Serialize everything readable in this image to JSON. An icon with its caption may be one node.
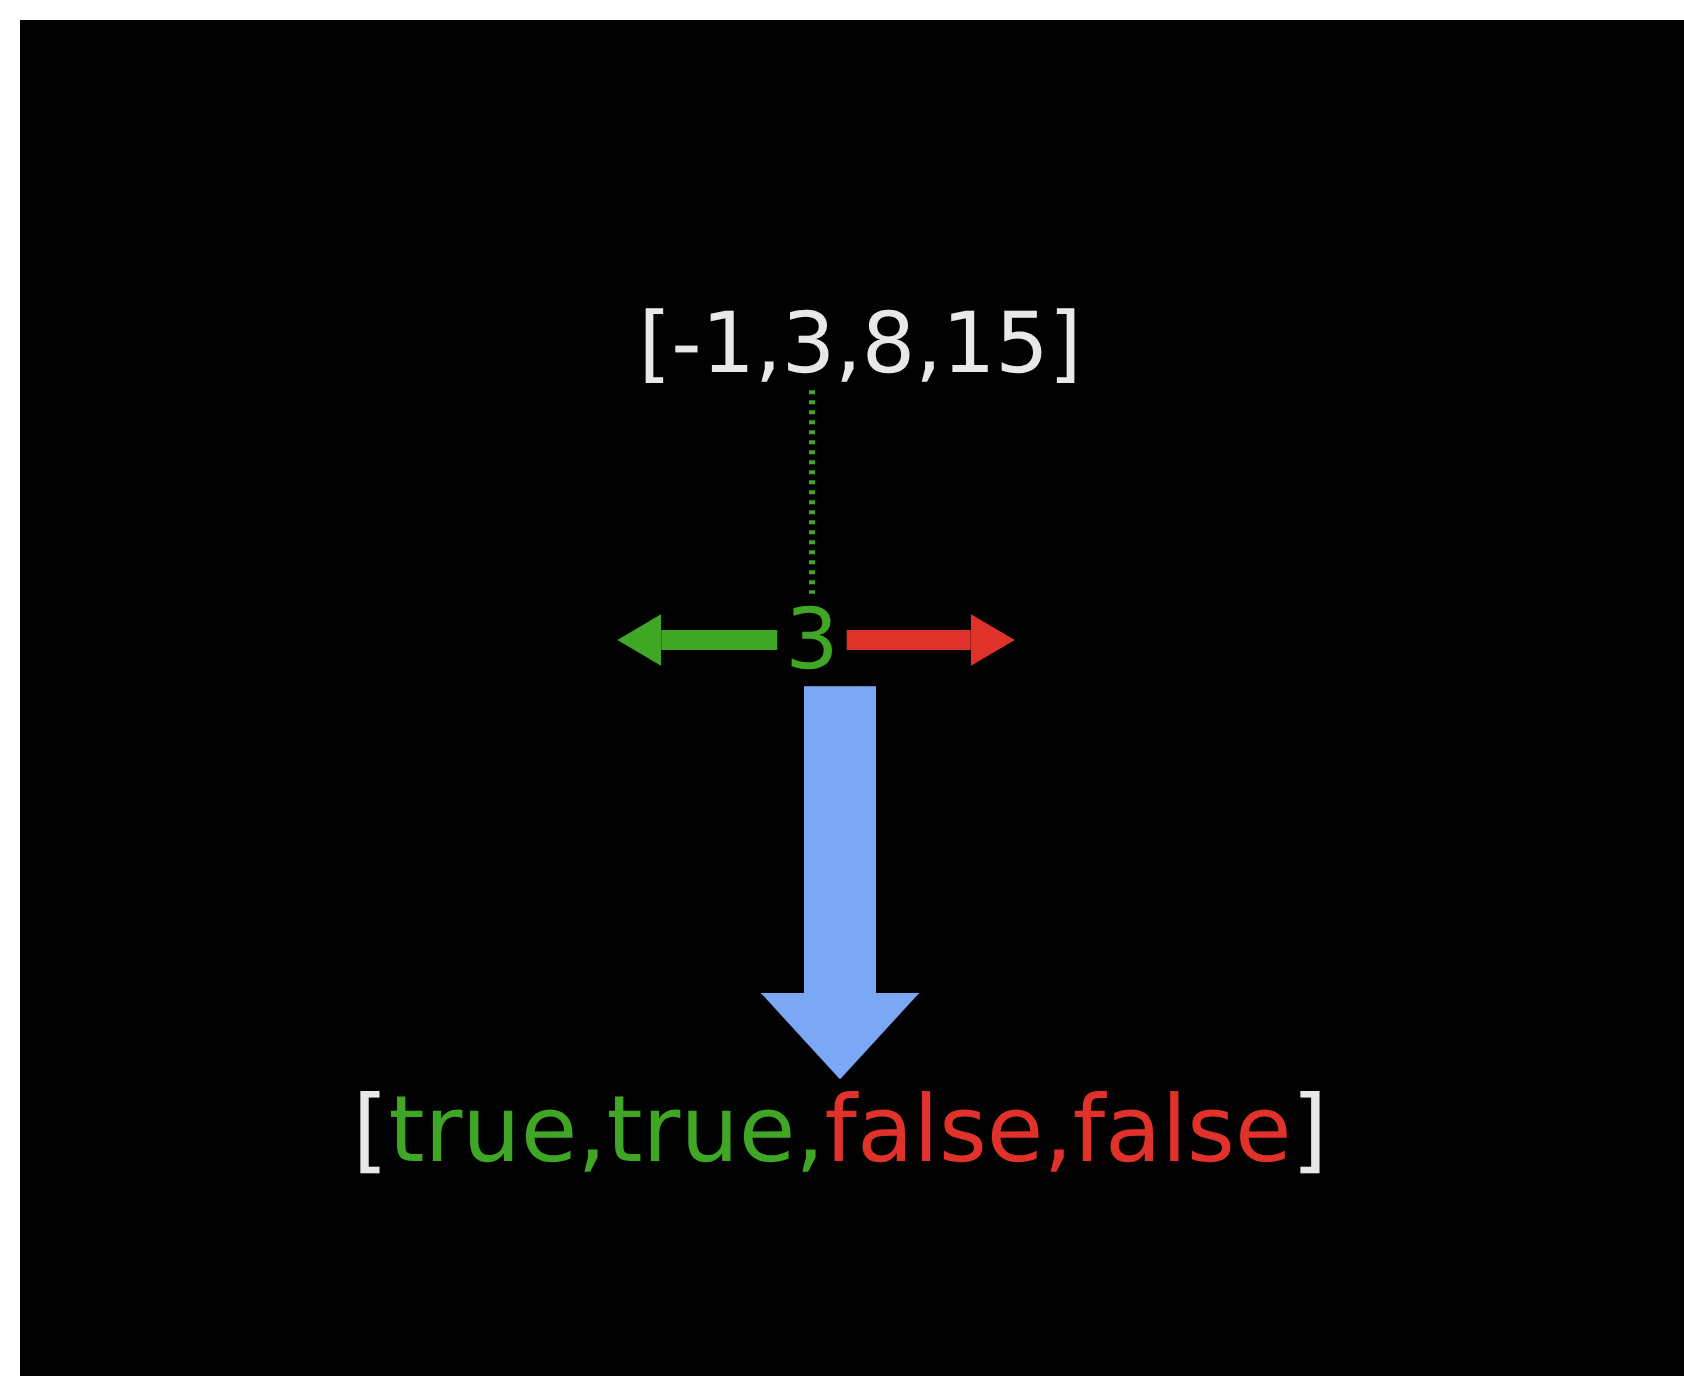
{
  "diagram": {
    "nodes": [
      {
        "text": [
          "[-1,3,8,15]"
        ]
      },
      {
        "text": [
          "3"
        ]
      },
      {
        "text": [
          "[true,true,false,false]"
        ]
      }
    ],
    "edges": [
      {
        "from": 0,
        "to": 1,
        "arrow": "none",
        "style": "dashed",
        "color": "#3fa626"
      },
      {
        "from": 1,
        "to": null,
        "arrow": "to",
        "color": "#3fa626"
      },
      {
        "from": 1,
        "to": null,
        "arrow": "to",
        "color": "#e0322a"
      },
      {
        "from": 1,
        "to": 2,
        "arrow": "to",
        "style": "thick",
        "color": "#7ba7f5"
      }
    ]
  }
}
